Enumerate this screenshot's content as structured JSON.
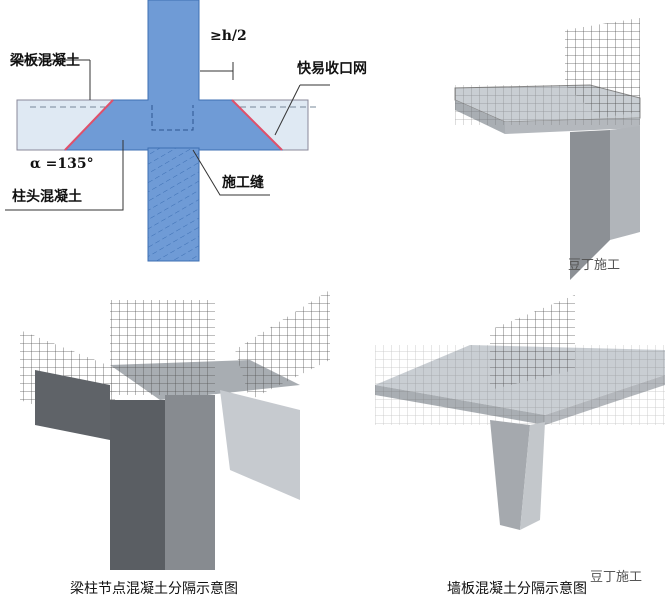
{
  "diagram1": {
    "labels": {
      "beam_slab_concrete": "梁板混凝土",
      "distance": "≥h/2",
      "mesh": "快易收口网",
      "angle": "α =135°",
      "column_head_concrete": "柱头混凝土",
      "construction_joint": "施工缝"
    }
  },
  "watermarks": [
    "豆丁施工",
    "豆丁施工"
  ],
  "captions": {
    "left": "梁柱节点混凝土分隔示意图",
    "right": "墙板混凝土分隔示意图"
  },
  "colors": {
    "column_blue": "#6f9bd6",
    "slab_light": "#dfe9f3",
    "mesh_line": "#e0506a",
    "concrete_gray": "#9a9ea3"
  }
}
